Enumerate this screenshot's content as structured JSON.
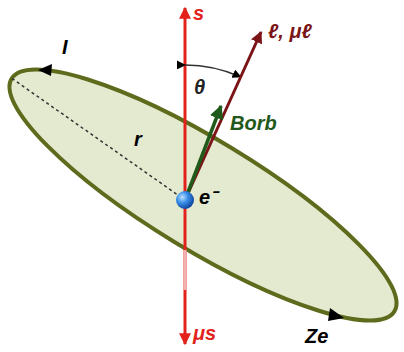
{
  "diagram": {
    "labels": [
      "s",
      "ℓ, μℓ",
      "θ",
      "Borb",
      "I",
      "r",
      "e⁻",
      "Ze",
      "μs"
    ]
  }
}
